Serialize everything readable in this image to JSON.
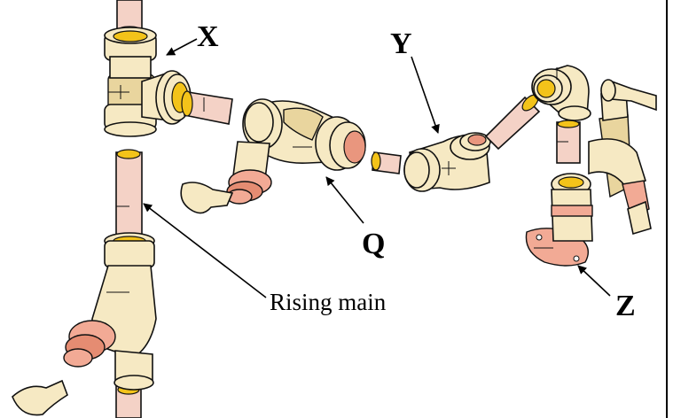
{
  "labels": {
    "x": "X",
    "y": "Y",
    "q": "Q",
    "z": "Z",
    "rising_main": "Rising main"
  },
  "colors": {
    "pipe": "#f4d2c6",
    "brass": "#f6e9c3",
    "copper": "#f2aa95",
    "bore": "#f3c31a"
  }
}
